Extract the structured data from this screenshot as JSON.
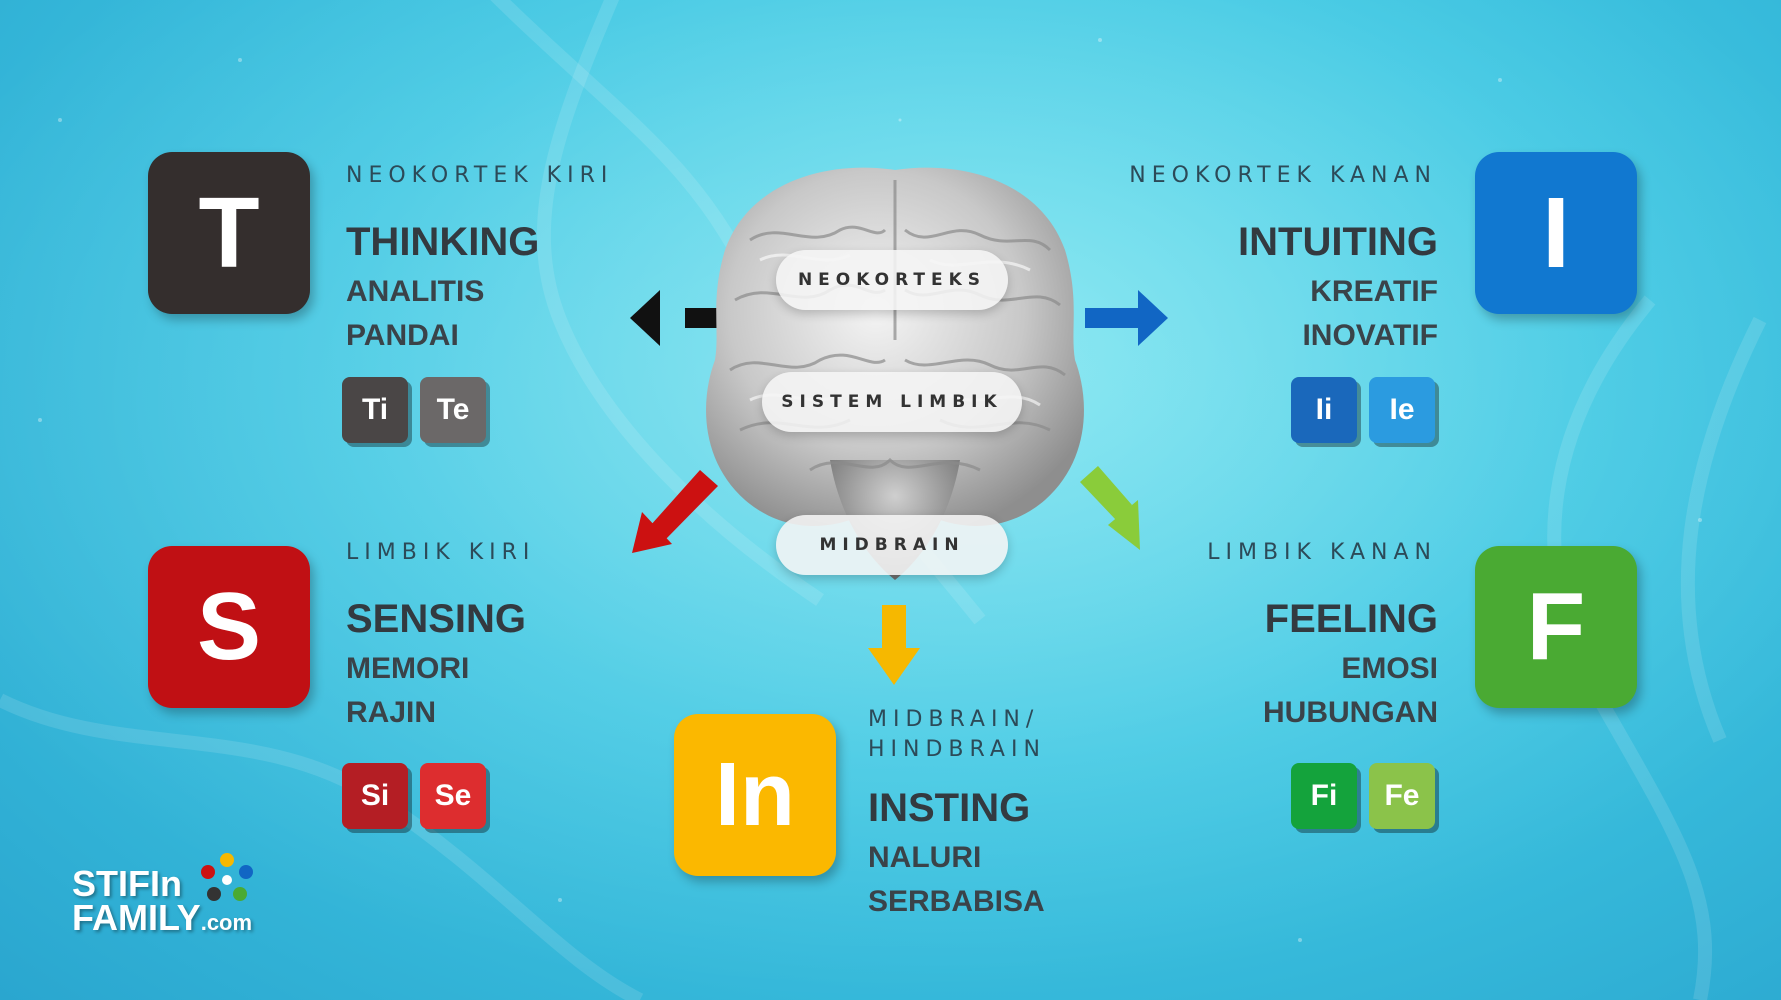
{
  "center": {
    "neokorteks": "NEOKORTEKS",
    "sistem_limbik": "SISTEM LIMBIK",
    "midbrain": "MIDBRAIN"
  },
  "thinking": {
    "letter": "T",
    "color": "#342e2d",
    "region": "NEOKORTEK KIRI",
    "title": "THINKING",
    "traits": [
      "ANALITIS",
      "PANDAI"
    ],
    "sub": [
      {
        "label": "Ti",
        "color": "#4a4646"
      },
      {
        "label": "Te",
        "color": "#6b6868"
      }
    ]
  },
  "intuiting": {
    "letter": "I",
    "color": "#1178d0",
    "region": "NEOKORTEK KANAN",
    "title": "INTUITING",
    "traits": [
      "KREATIF",
      "INOVATIF"
    ],
    "sub": [
      {
        "label": "Ii",
        "color": "#1a68bb"
      },
      {
        "label": "Ie",
        "color": "#2b9be0"
      }
    ]
  },
  "sensing": {
    "letter": "S",
    "color": "#c01014",
    "region": "LIMBIK KIRI",
    "title": "SENSING",
    "traits": [
      "MEMORI",
      "RAJIN"
    ],
    "sub": [
      {
        "label": "Si",
        "color": "#b41e24"
      },
      {
        "label": "Se",
        "color": "#dd2d2f"
      }
    ]
  },
  "feeling": {
    "letter": "F",
    "color": "#4aaa33",
    "region": "LIMBIK KANAN",
    "title": "FEELING",
    "traits": [
      "EMOSI",
      "HUBUNGAN"
    ],
    "sub": [
      {
        "label": "Fi",
        "color": "#14a33c"
      },
      {
        "label": "Fe",
        "color": "#8bc34a"
      }
    ]
  },
  "insting": {
    "letter": "In",
    "color": "#fbb800",
    "region_lines": [
      "MIDBRAIN/",
      "HINDBRAIN"
    ],
    "title": "INSTING",
    "traits": [
      "NALURI",
      "SERBABISA"
    ]
  },
  "arrows": {
    "thinking": "#111111",
    "intuiting": "#1166c4",
    "sensing": "#cc1111",
    "feeling": "#8acc3a",
    "insting": "#f6b800"
  },
  "logo": {
    "line1": "STIFIn",
    "line2": "FAMILY",
    "suffix": ".com"
  }
}
